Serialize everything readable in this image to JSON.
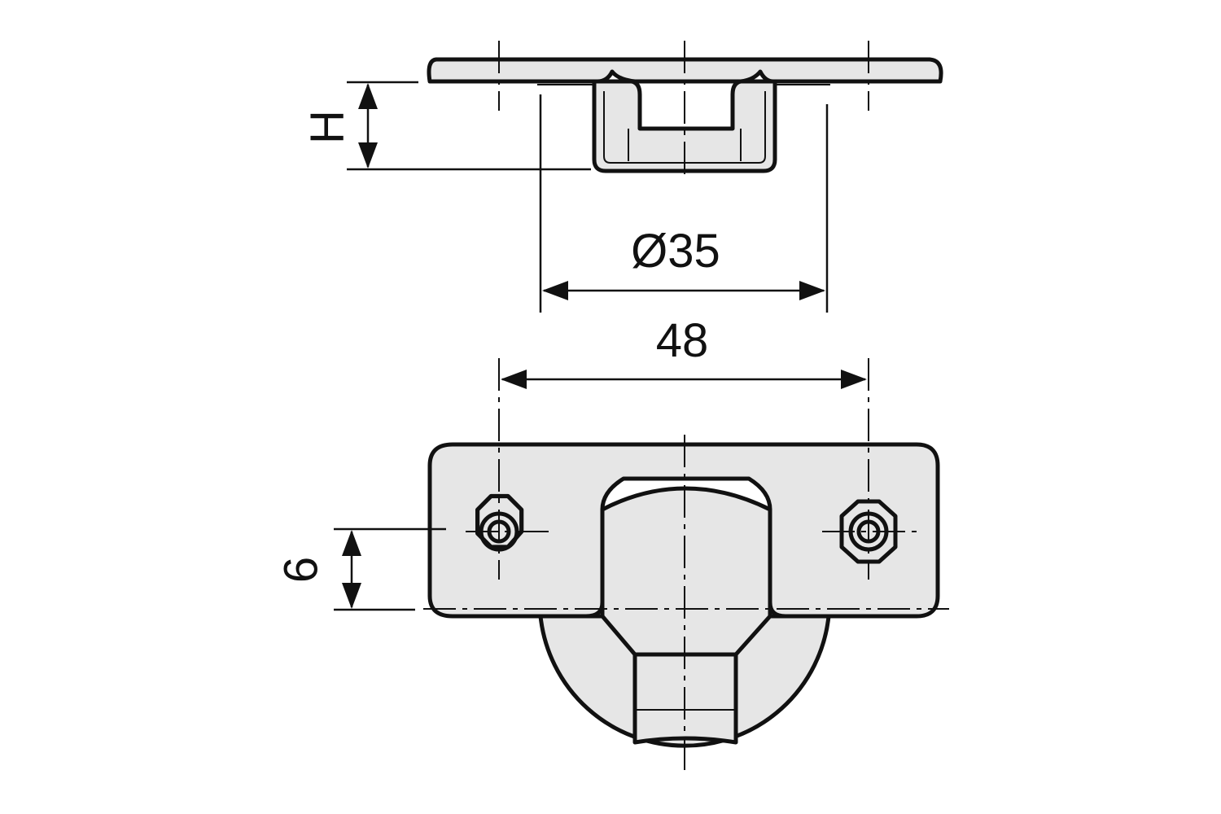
{
  "dimensions": {
    "height": "H",
    "cup_diameter": "Ø35",
    "hole_spacing": "48",
    "hole_offset": "6"
  },
  "colors": {
    "line": "#111111",
    "fill": "#e6e6e6",
    "background": "#ffffff"
  }
}
